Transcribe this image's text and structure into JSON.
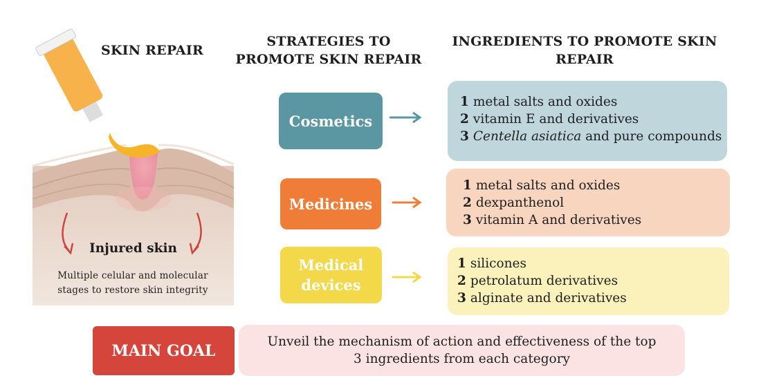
{
  "headers": {
    "skin_repair": "SKIN REPAIR",
    "strategies": "STRATEGIES TO PROMOTE SKIN REPAIR",
    "ingredients": "INGREDIENTS TO PROMOTE SKIN REPAIR"
  },
  "illustration": {
    "injured_label": "Injured skin",
    "description": "Multiple celular and molecular stages to restore skin integrity"
  },
  "categories": [
    {
      "label": "Cosmetics",
      "color": "#5a97a3",
      "box_color": "#bed6dc",
      "items": [
        {
          "num": "1",
          "text": "metal salts and oxides"
        },
        {
          "num": "2",
          "text": "vitamin E and derivatives"
        },
        {
          "num": "3",
          "text_italic": "Centella asiatica",
          "text": " and pure compounds"
        }
      ]
    },
    {
      "label": "Medicines",
      "color": "#ef7d37",
      "box_color": "#f8d5bf",
      "items": [
        {
          "num": "1",
          "text": "metal salts and oxides"
        },
        {
          "num": "2",
          "text": "dexpanthenol"
        },
        {
          "num": "3",
          "text": "vitamin A and derivatives"
        }
      ]
    },
    {
      "label": "Medical devices",
      "color": "#f3d84a",
      "box_color": "#fbf1bb",
      "items": [
        {
          "num": "1",
          "text": "silicones"
        },
        {
          "num": "2",
          "text": "petrolatum derivatives"
        },
        {
          "num": "3",
          "text": "alginate and derivatives"
        }
      ]
    }
  ],
  "main_goal": {
    "label": "MAIN GOAL",
    "color": "#d5453b",
    "text": "Unveil the mechanism of action and effectiveness of the top 3 ingredients from each category"
  }
}
